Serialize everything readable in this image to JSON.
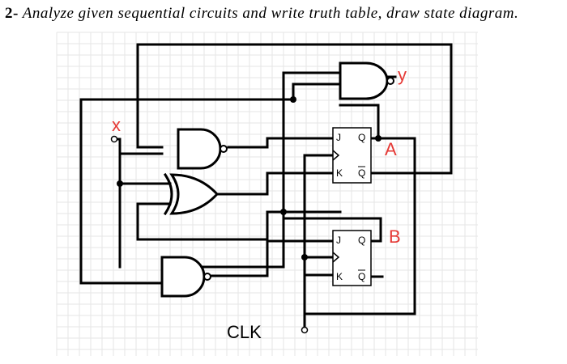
{
  "question": {
    "number": "2-",
    "text": "Analyze given sequential circuits and write truth table, draw state diagram."
  },
  "labels": {
    "input_x": "x",
    "output_y": "y",
    "ff_a": "A",
    "ff_b": "B",
    "clock": "CLK"
  },
  "flipflops": [
    {
      "name": "A",
      "pins": {
        "j": "J",
        "k": "K",
        "q": "Q",
        "qbar": "Q"
      }
    },
    {
      "name": "B",
      "pins": {
        "j": "J",
        "k": "K",
        "q": "Q",
        "qbar": "Q"
      }
    }
  ],
  "colors": {
    "label_red": "#e53935",
    "wire": "#000000",
    "grid": "#e6e6e6"
  }
}
